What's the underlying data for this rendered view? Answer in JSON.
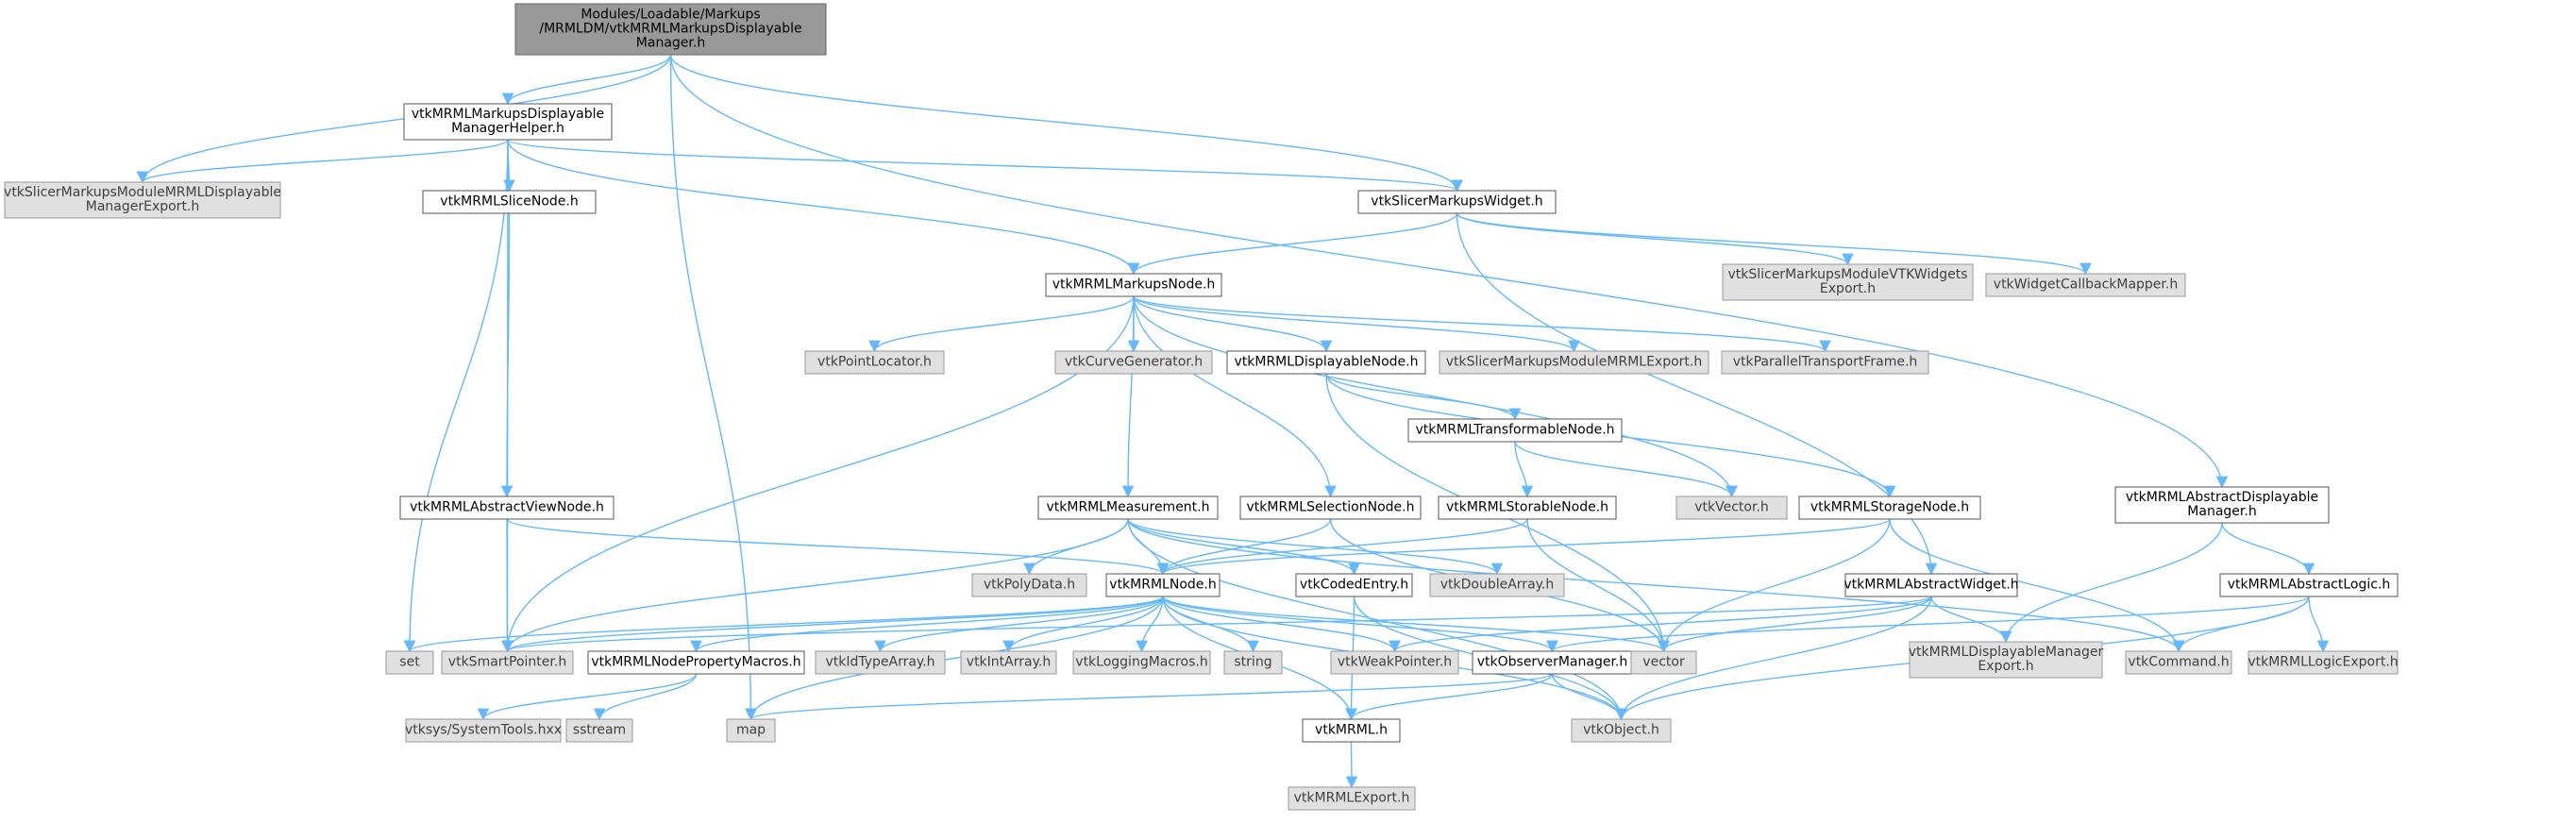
{
  "colors": {
    "edge": "#63b8ff",
    "root_fill": "#999999",
    "normal_fill": "#ffffff",
    "system_fill": "#e0e0e0"
  },
  "nodes": [
    {
      "id": "root",
      "kind": "root",
      "lines": [
        "Modules/Loadable/Markups",
        "/MRMLDM/vtkMRMLMarkupsDisplayable",
        "Manager.h"
      ]
    },
    {
      "id": "helper",
      "kind": "normal",
      "lines": [
        "vtkMRMLMarkupsDisplayable",
        "ManagerHelper.h"
      ]
    },
    {
      "id": "dmexport",
      "kind": "sys",
      "lines": [
        "vtkSlicerMarkupsModuleMRMLDisplayable",
        "ManagerExport.h"
      ]
    },
    {
      "id": "slicenode",
      "kind": "normal",
      "lines": [
        "vtkMRMLSliceNode.h"
      ]
    },
    {
      "id": "widget",
      "kind": "normal",
      "lines": [
        "vtkSlicerMarkupsWidget.h"
      ]
    },
    {
      "id": "markupsnode",
      "kind": "normal",
      "lines": [
        "vtkMRMLMarkupsNode.h"
      ]
    },
    {
      "id": "vtkwidgetsexport",
      "kind": "sys",
      "lines": [
        "vtkSlicerMarkupsModuleVTKWidgets",
        "Export.h"
      ]
    },
    {
      "id": "callbackmapper",
      "kind": "sys",
      "lines": [
        "vtkWidgetCallbackMapper.h"
      ]
    },
    {
      "id": "pointlocator",
      "kind": "sys",
      "lines": [
        "vtkPointLocator.h"
      ]
    },
    {
      "id": "curvegen",
      "kind": "sys",
      "lines": [
        "vtkCurveGenerator.h"
      ]
    },
    {
      "id": "displayablenode",
      "kind": "normal",
      "lines": [
        "vtkMRMLDisplayableNode.h"
      ]
    },
    {
      "id": "mrmlexport",
      "kind": "sys",
      "lines": [
        "vtkSlicerMarkupsModuleMRMLExport.h"
      ]
    },
    {
      "id": "paralleltransport",
      "kind": "sys",
      "lines": [
        "vtkParallelTransportFrame.h"
      ]
    },
    {
      "id": "transformable",
      "kind": "normal",
      "lines": [
        "vtkMRMLTransformableNode.h"
      ]
    },
    {
      "id": "vtkvector",
      "kind": "sys",
      "lines": [
        "vtkVector.h"
      ]
    },
    {
      "id": "abstractview",
      "kind": "normal",
      "lines": [
        "vtkMRMLAbstractViewNode.h"
      ]
    },
    {
      "id": "measurement",
      "kind": "normal",
      "lines": [
        "vtkMRMLMeasurement.h"
      ]
    },
    {
      "id": "selection",
      "kind": "normal",
      "lines": [
        "vtkMRMLSelectionNode.h"
      ]
    },
    {
      "id": "storable",
      "kind": "normal",
      "lines": [
        "vtkMRMLStorableNode.h"
      ]
    },
    {
      "id": "storage",
      "kind": "normal",
      "lines": [
        "vtkMRMLStorageNode.h"
      ]
    },
    {
      "id": "absdispmgr",
      "kind": "normal",
      "lines": [
        "vtkMRMLAbstractDisplayable",
        "Manager.h"
      ]
    },
    {
      "id": "polydata",
      "kind": "sys",
      "lines": [
        "vtkPolyData.h"
      ]
    },
    {
      "id": "mrmlnode",
      "kind": "normal",
      "lines": [
        "vtkMRMLNode.h"
      ]
    },
    {
      "id": "codedentry",
      "kind": "normal",
      "lines": [
        "vtkCodedEntry.h"
      ]
    },
    {
      "id": "doublearray",
      "kind": "sys",
      "lines": [
        "vtkDoubleArray.h"
      ]
    },
    {
      "id": "abstractwidget",
      "kind": "normal",
      "lines": [
        "vtkMRMLAbstractWidget.h"
      ]
    },
    {
      "id": "abstractlogic",
      "kind": "normal",
      "lines": [
        "vtkMRMLAbstractLogic.h"
      ]
    },
    {
      "id": "set",
      "kind": "sys",
      "lines": [
        "set"
      ]
    },
    {
      "id": "smartpointer",
      "kind": "sys",
      "lines": [
        "vtkSmartPointer.h"
      ]
    },
    {
      "id": "propmacros",
      "kind": "normal",
      "lines": [
        "vtkMRMLNodePropertyMacros.h"
      ]
    },
    {
      "id": "idtypearray",
      "kind": "sys",
      "lines": [
        "vtkIdTypeArray.h"
      ]
    },
    {
      "id": "intarray",
      "kind": "sys",
      "lines": [
        "vtkIntArray.h"
      ]
    },
    {
      "id": "loggingmacros",
      "kind": "sys",
      "lines": [
        "vtkLoggingMacros.h"
      ]
    },
    {
      "id": "string",
      "kind": "sys",
      "lines": [
        "string"
      ]
    },
    {
      "id": "weakpointer",
      "kind": "sys",
      "lines": [
        "vtkWeakPointer.h"
      ]
    },
    {
      "id": "observermgr",
      "kind": "normal",
      "lines": [
        "vtkObserverManager.h"
      ]
    },
    {
      "id": "vector",
      "kind": "sys",
      "lines": [
        "vector"
      ]
    },
    {
      "id": "dmexport2",
      "kind": "sys",
      "lines": [
        "vtkMRMLDisplayableManager",
        "Export.h"
      ]
    },
    {
      "id": "vtkcommand",
      "kind": "sys",
      "lines": [
        "vtkCommand.h"
      ]
    },
    {
      "id": "logicexport",
      "kind": "sys",
      "lines": [
        "vtkMRMLLogicExport.h"
      ]
    },
    {
      "id": "systemtools",
      "kind": "sys",
      "lines": [
        "vtksys/SystemTools.hxx"
      ]
    },
    {
      "id": "sstream",
      "kind": "sys",
      "lines": [
        "sstream"
      ]
    },
    {
      "id": "map",
      "kind": "sys",
      "lines": [
        "map"
      ]
    },
    {
      "id": "vtkmrml",
      "kind": "normal",
      "lines": [
        "vtkMRML.h"
      ]
    },
    {
      "id": "vtkobject",
      "kind": "sys",
      "lines": [
        "vtkObject.h"
      ]
    },
    {
      "id": "mrmlexporth",
      "kind": "sys",
      "lines": [
        "vtkMRMLExport.h"
      ]
    }
  ],
  "edges": [
    [
      "root",
      "helper"
    ],
    [
      "root",
      "dmexport"
    ],
    [
      "root",
      "map"
    ],
    [
      "root",
      "widget"
    ],
    [
      "root",
      "absdispmgr"
    ],
    [
      "helper",
      "dmexport"
    ],
    [
      "helper",
      "slicenode"
    ],
    [
      "helper",
      "set"
    ],
    [
      "helper",
      "smartpointer"
    ],
    [
      "helper",
      "widget"
    ],
    [
      "helper",
      "markupsnode"
    ],
    [
      "slicenode",
      "abstractview"
    ],
    [
      "abstractview",
      "smartpointer"
    ],
    [
      "abstractview",
      "mrmlnode"
    ],
    [
      "widget",
      "markupsnode"
    ],
    [
      "widget",
      "vtkwidgetsexport"
    ],
    [
      "widget",
      "callbackmapper"
    ],
    [
      "widget",
      "abstractwidget"
    ],
    [
      "markupsnode",
      "pointlocator"
    ],
    [
      "markupsnode",
      "curvegen"
    ],
    [
      "markupsnode",
      "displayablenode"
    ],
    [
      "markupsnode",
      "mrmlexport"
    ],
    [
      "markupsnode",
      "paralleltransport"
    ],
    [
      "markupsnode",
      "measurement"
    ],
    [
      "markupsnode",
      "selection"
    ],
    [
      "markupsnode",
      "vtkvector"
    ],
    [
      "markupsnode",
      "smartpointer"
    ],
    [
      "displayablenode",
      "transformable"
    ],
    [
      "displayablenode",
      "storage"
    ],
    [
      "displayablenode",
      "vector"
    ],
    [
      "transformable",
      "storable"
    ],
    [
      "transformable",
      "vtkvector"
    ],
    [
      "storable",
      "mrmlnode"
    ],
    [
      "storable",
      "vector"
    ],
    [
      "storage",
      "mrmlnode"
    ],
    [
      "storage",
      "vector"
    ],
    [
      "storage",
      "vtkcommand"
    ],
    [
      "selection",
      "mrmlnode"
    ],
    [
      "selection",
      "vector"
    ],
    [
      "measurement",
      "polydata"
    ],
    [
      "measurement",
      "mrmlnode"
    ],
    [
      "measurement",
      "codedentry"
    ],
    [
      "measurement",
      "doublearray"
    ],
    [
      "measurement",
      "smartpointer"
    ],
    [
      "measurement",
      "vtkcommand"
    ],
    [
      "measurement",
      "vtkobject"
    ],
    [
      "mrmlnode",
      "set"
    ],
    [
      "mrmlnode",
      "smartpointer"
    ],
    [
      "mrmlnode",
      "propmacros"
    ],
    [
      "mrmlnode",
      "map"
    ],
    [
      "mrmlnode",
      "idtypearray"
    ],
    [
      "mrmlnode",
      "intarray"
    ],
    [
      "mrmlnode",
      "loggingmacros"
    ],
    [
      "mrmlnode",
      "string"
    ],
    [
      "mrmlnode",
      "weakpointer"
    ],
    [
      "mrmlnode",
      "observermgr"
    ],
    [
      "mrmlnode",
      "vector"
    ],
    [
      "mrmlnode",
      "vtkobject"
    ],
    [
      "mrmlnode",
      "vtkmrml"
    ],
    [
      "codedentry",
      "vtkmrml"
    ],
    [
      "codedentry",
      "vtkobject"
    ],
    [
      "propmacros",
      "systemtools"
    ],
    [
      "propmacros",
      "sstream"
    ],
    [
      "observermgr",
      "map"
    ],
    [
      "observermgr",
      "vtkmrml"
    ],
    [
      "observermgr",
      "vtkobject"
    ],
    [
      "vtkmrml",
      "mrmlexporth"
    ],
    [
      "abstractwidget",
      "smartpointer"
    ],
    [
      "abstractwidget",
      "weakpointer"
    ],
    [
      "abstractwidget",
      "vector"
    ],
    [
      "abstractwidget",
      "dmexport2"
    ],
    [
      "abstractwidget",
      "vtkobject"
    ],
    [
      "absdispmgr",
      "abstractlogic"
    ],
    [
      "absdispmgr",
      "dmexport2"
    ],
    [
      "abstractlogic",
      "observermgr"
    ],
    [
      "abstractlogic",
      "vtkcommand"
    ],
    [
      "abstractlogic",
      "logicexport"
    ],
    [
      "abstractlogic",
      "vtkobject"
    ]
  ]
}
